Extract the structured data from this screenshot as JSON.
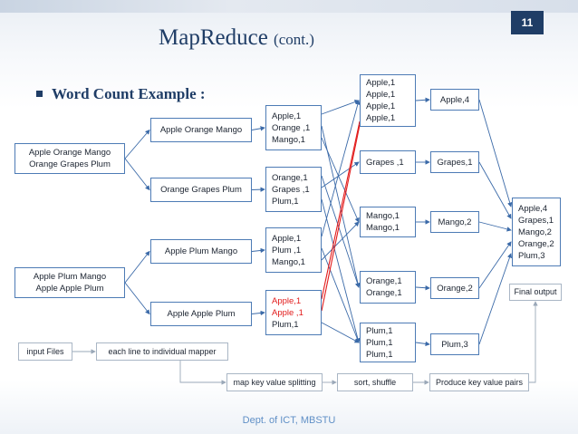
{
  "slide": {
    "number": "11",
    "title": "MapReduce",
    "title_sub": "(cont.)",
    "bullet": "Word Count Example :",
    "footer": "Dept. of ICT, MBSTU"
  },
  "diagram": {
    "inputs": [
      {
        "lines": [
          "Apple Orange Mango",
          "Orange Grapes Plum"
        ]
      },
      {
        "lines": [
          "Apple Plum Mango",
          "Apple Apple Plum"
        ]
      }
    ],
    "splits": [
      "Apple Orange Mango",
      "Orange Grapes Plum",
      "Apple Plum Mango",
      "Apple Apple Plum"
    ],
    "mapped": [
      {
        "lines": [
          "Apple,1",
          "Orange ,1",
          "Mango,1"
        ],
        "highlight": []
      },
      {
        "lines": [
          "Orange,1",
          "Grapes ,1",
          "Plum,1"
        ],
        "highlight": []
      },
      {
        "lines": [
          "Apple,1",
          "Plum ,1",
          "Mango,1"
        ],
        "highlight": []
      },
      {
        "lines": [
          "Apple,1",
          "Apple ,1",
          "Plum,1"
        ],
        "highlight": [
          0,
          1
        ]
      }
    ],
    "shuffled": [
      {
        "lines": [
          "Apple,1",
          "Apple,1",
          "Apple,1",
          "Apple,1"
        ]
      },
      {
        "lines": [
          "Grapes ,1"
        ]
      },
      {
        "lines": [
          "Mango,1",
          "Mango,1"
        ]
      },
      {
        "lines": [
          "Orange,1",
          "Orange,1"
        ]
      },
      {
        "lines": [
          "Plum,1",
          "Plum,1",
          "Plum,1"
        ]
      }
    ],
    "reduced": [
      "Apple,4",
      "Grapes,1",
      "Mango,2",
      "Orange,2",
      "Plum,3"
    ],
    "final": [
      "Apple,4",
      "Grapes,1",
      "Mango,2",
      "Orange,2",
      "Plum,3"
    ],
    "final_label": "Final output",
    "steps": {
      "input_files": "input Files",
      "line_to_mapper": "each line  to individual mapper",
      "map_split": "map key value splitting",
      "sort_shuffle": "sort, shuffle",
      "produce": "Produce key value pairs"
    },
    "colors": {
      "box_border": "#4d7bb5",
      "wire": "#3b6aa8",
      "highlight": "#e21c1c",
      "title": "#1f3d66"
    }
  }
}
